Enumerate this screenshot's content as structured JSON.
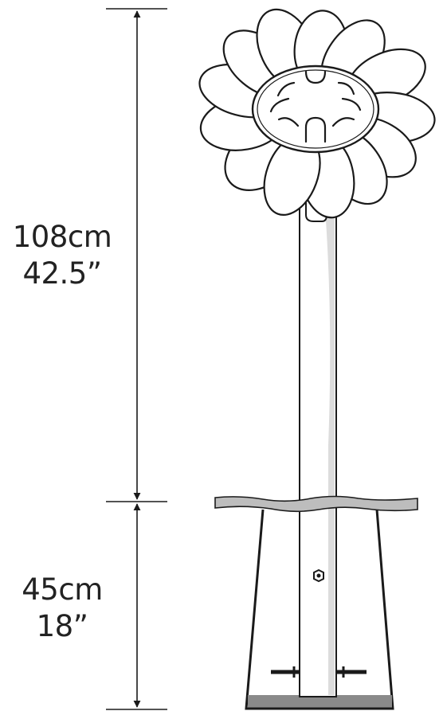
{
  "dimensions": {
    "upper": {
      "metric": "108cm",
      "imperial": "42.5”"
    },
    "lower": {
      "metric": "45cm",
      "imperial": "18”"
    }
  },
  "colors": {
    "line": "#1a1a1a",
    "fill": "#ffffff",
    "pole_shade": "#dcdcdc",
    "ground_band": "#bdbdbd",
    "base_fill": "#8a8a8a"
  }
}
